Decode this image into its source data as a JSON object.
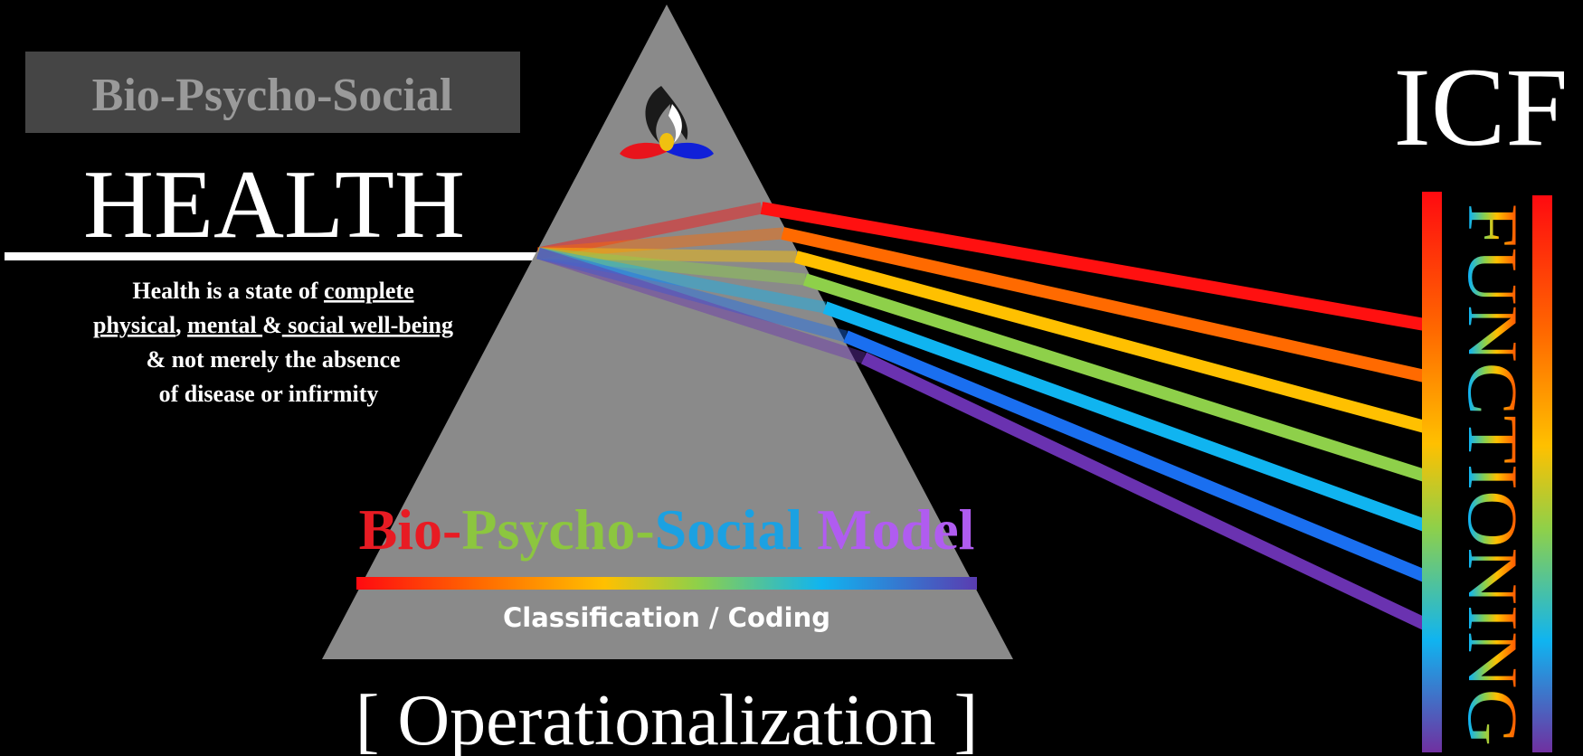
{
  "header_box": {
    "label": "Bio-Psycho-Social"
  },
  "health": {
    "title": "HEALTH",
    "definition_line1_prefix": "Health is a state of ",
    "definition_line1_underlined": "complete",
    "definition_line2_physical": "physical",
    "definition_line2_comma": ",",
    "definition_line2_mental": "mental ",
    "definition_line2_amp": "&",
    "definition_line2_social": " social well-being",
    "definition_line3": "& not merely the absence",
    "definition_line4": "of disease or infirmity"
  },
  "prism": {
    "logo_icon": "flame-lotus-icon",
    "model_parts": [
      "Bio-",
      "Psycho-",
      "Social",
      " Model"
    ],
    "model_colors": [
      "#e81b23",
      "#8cc63f",
      "#1ba1e2",
      "#b05cf0"
    ],
    "subtitle": "Classification / Coding"
  },
  "footer": {
    "label": "[ Operationalization ]"
  },
  "icf": {
    "title": "ICF",
    "vertical_word": "FUNCTIONING"
  },
  "spectrum_colors": [
    "#ff1010",
    "#ff6a00",
    "#ffc000",
    "#8ed04a",
    "#10b4f0",
    "#1a6ff0",
    "#6a32b0"
  ]
}
